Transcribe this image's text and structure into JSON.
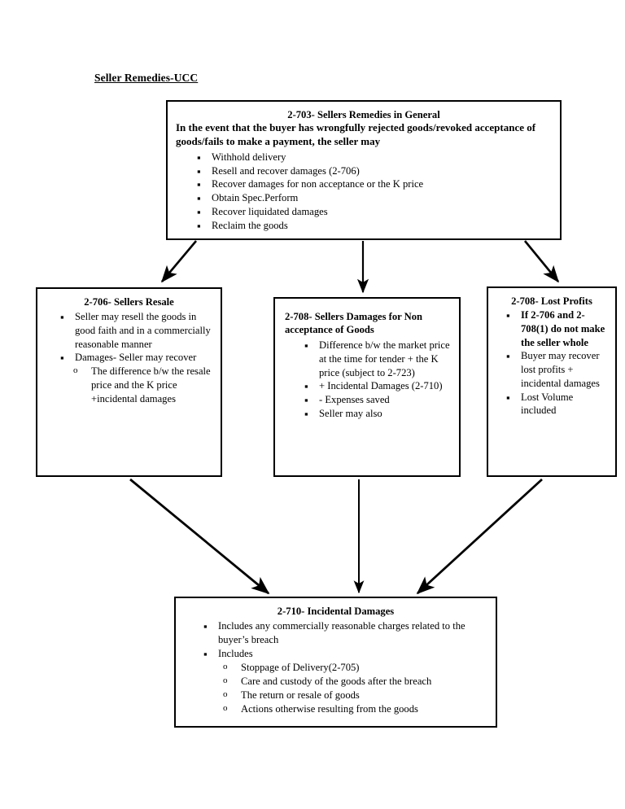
{
  "page": {
    "title": "Seller Remedies-UCC",
    "background_color": "#ffffff",
    "text_color": "#000000",
    "border_color": "#000000"
  },
  "nodes": {
    "sellers_remedies_general": {
      "title": "2-703- Sellers Remedies in General",
      "lead": "In the event that the buyer has wrongfully rejected goods/revoked acceptance of goods/fails to make a payment, the seller may",
      "bullets": [
        "Withhold delivery",
        "Resell and recover damages (2-706)",
        "Recover damages for non acceptance or the K price",
        "Obtain Spec.Perform",
        "Recover liquidated damages",
        "Reclaim the goods"
      ]
    },
    "sellers_resale": {
      "title": "2-706- Sellers Resale",
      "bullets": [
        "Seller may resell the goods in good faith and in a commercially reasonable manner",
        "Damages- Seller may recover"
      ],
      "subbullets": [
        "The difference b/w the resale price and the K price +incidental damages"
      ]
    },
    "sellers_damages_non_acceptance": {
      "title": "2-708- Sellers Damages for Non acceptance of Goods",
      "bullets": [
        "Difference b/w the market price at the time for tender + the K price (subject to 2-723)",
        "+ Incidental Damages (2-710)",
        "- Expenses saved",
        "Seller may also"
      ]
    },
    "lost_profits": {
      "title": "2-708- Lost Profits",
      "bullets": [
        "If 2-706 and 2-708(1) do not make the seller whole",
        "Buyer may recover lost profits + incidental damages",
        "Lost Volume included"
      ],
      "bold_bullet_indices": [
        0
      ]
    },
    "incidental_damages": {
      "title": "2-710- Incidental Damages",
      "bullets": [
        "Includes any commercially reasonable charges related to the buyer’s breach",
        "Includes"
      ],
      "subbullets": [
        "Stoppage of Delivery(2-705)",
        "Care and custody of the goods after the breach",
        "The return or resale of goods",
        "Actions otherwise resulting from the goods"
      ]
    }
  },
  "connectors": [
    {
      "name": "arrow-2703-to-2706",
      "from": "sellers_remedies_general",
      "to": "sellers_resale"
    },
    {
      "name": "arrow-2703-to-2708",
      "from": "sellers_remedies_general",
      "to": "sellers_damages_non_acceptance"
    },
    {
      "name": "arrow-2703-to-lost-profits",
      "from": "sellers_remedies_general",
      "to": "lost_profits"
    },
    {
      "name": "arrow-2706-to-2710",
      "from": "sellers_resale",
      "to": "incidental_damages"
    },
    {
      "name": "arrow-2708-to-2710",
      "from": "sellers_damages_non_acceptance",
      "to": "incidental_damages"
    },
    {
      "name": "arrow-lost-profits-to-2710",
      "from": "lost_profits",
      "to": "incidental_damages"
    }
  ]
}
